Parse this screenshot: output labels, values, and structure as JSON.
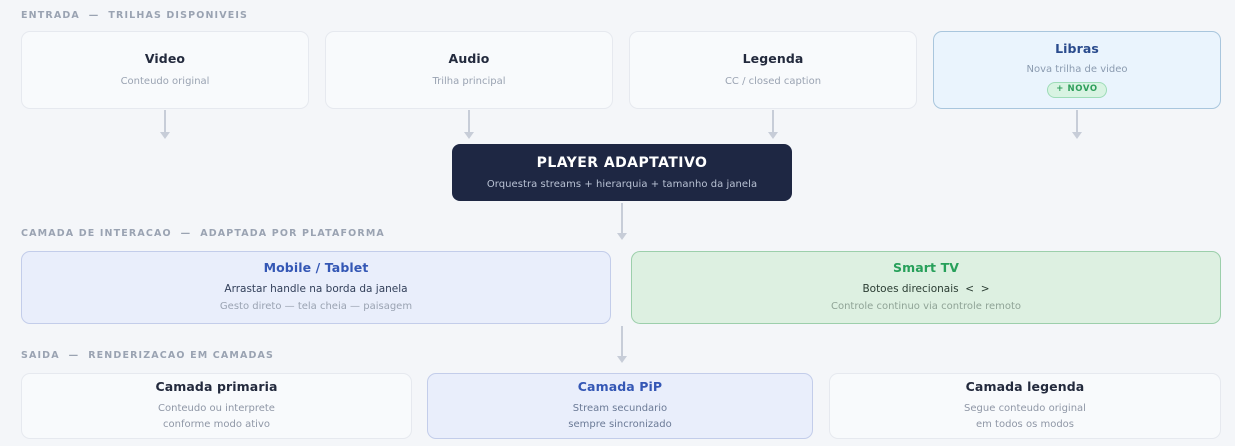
{
  "sections": {
    "input": {
      "label": "ENTRADA  —  TRILHAS DISPONIVEIS"
    },
    "interaction": {
      "label": "CAMADA DE INTERACAO  —  ADAPTADA POR PLATAFORMA"
    },
    "output": {
      "label": "SAIDA  —  RENDERIZACAO EM CAMADAS"
    }
  },
  "input_tracks": [
    {
      "title": "Video",
      "subtitle": "Conteudo original"
    },
    {
      "title": "Audio",
      "subtitle": "Trilha principal"
    },
    {
      "title": "Legenda",
      "subtitle": "CC / closed caption"
    },
    {
      "title": "Libras",
      "subtitle": "Nova trilha de video",
      "badge": "+ NOVO"
    }
  ],
  "player": {
    "title": "PLAYER ADAPTATIVO",
    "subtitle": "Orquestra streams + hierarquia + tamanho da janela"
  },
  "platforms": [
    {
      "title": "Mobile / Tablet",
      "primary": "Arrastar handle na borda da janela",
      "secondary": "Gesto direto — tela cheia — paisagem"
    },
    {
      "title": "Smart TV",
      "primary": "Botoes direcionais  <  >",
      "secondary": "Controle continuo via controle remoto"
    }
  ],
  "output_layers": [
    {
      "title": "Camada primaria",
      "line1": "Conteudo ou interprete",
      "line2": "conforme modo ativo"
    },
    {
      "title": "Camada PiP",
      "line1": "Stream secundario",
      "line2": "sempre sincronizado"
    },
    {
      "title": "Camada legenda",
      "line1": "Segue conteudo original",
      "line2": "em todos os modos"
    }
  ],
  "colors": {
    "page_background": "#f4f6f9",
    "card_background": "#f8fafc",
    "card_border": "#e6e9ef",
    "player_background": "#1e2743",
    "accent_blue": "#3457b5",
    "accent_blue_soft_bg": "#e9eefb",
    "accent_green": "#27a05a",
    "accent_green_soft_bg": "#ddf0e1",
    "libras_bg": "#eaf4fd",
    "libras_border": "#a9c6dd",
    "badge_text": "#2e9e5b",
    "badge_bg": "#d8f3e2",
    "section_label": "#9aa3b2",
    "connector": "#c7cdd8"
  }
}
